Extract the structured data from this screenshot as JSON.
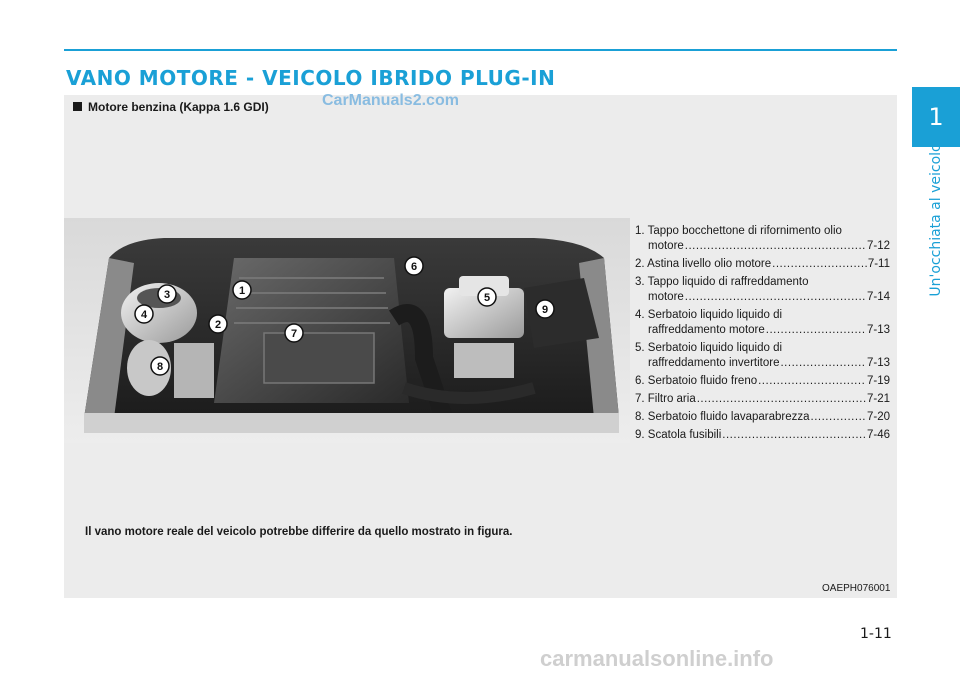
{
  "header": {
    "title": "VANO MOTORE - VEICOLO IBRIDO PLUG-IN"
  },
  "chapter": {
    "number": "1",
    "label": "Un'occhiata al veicolo"
  },
  "section": {
    "heading": "Motore benzina (Kappa 1.6 GDI)"
  },
  "watermarks": {
    "top": "CarManuals2.com",
    "bottom": "carmanualsonline.info"
  },
  "callouts": [
    "1",
    "2",
    "3",
    "4",
    "5",
    "6",
    "7",
    "8",
    "9"
  ],
  "parts": [
    {
      "line1": "1. Tappo bocchettone di rifornimento olio",
      "line2": "motore",
      "page": "7-12"
    },
    {
      "line1": "2. Astina livello olio motore",
      "line2": "",
      "page": "7-11"
    },
    {
      "line1": "3. Tappo liquido di raffreddamento",
      "line2": "motore",
      "page": "7-14"
    },
    {
      "line1": "4. Serbatoio liquido liquido di",
      "line2": "raffreddamento motore",
      "page": "7-13"
    },
    {
      "line1": "5. Serbatoio liquido liquido di",
      "line2": "raffreddamento invertitore",
      "page": "7-13"
    },
    {
      "line1": "6. Serbatoio fluido freno",
      "line2": "",
      "page": "7-19"
    },
    {
      "line1": "7. Filtro aria",
      "line2": "",
      "page": "7-21"
    },
    {
      "line1": "8. Serbatoio fluido lavaparabrezza",
      "line2": "",
      "page": "7-20"
    },
    {
      "line1": "9. Scatola fusibili",
      "line2": "",
      "page": "7-46"
    }
  ],
  "footnote": "Il vano motore reale del veicolo potrebbe differire da quello mostrato in figura.",
  "figure_code": "OAEPH076001",
  "page_number": "1-11",
  "colors": {
    "accent": "#1aa0d6",
    "panel": "#ececec"
  }
}
